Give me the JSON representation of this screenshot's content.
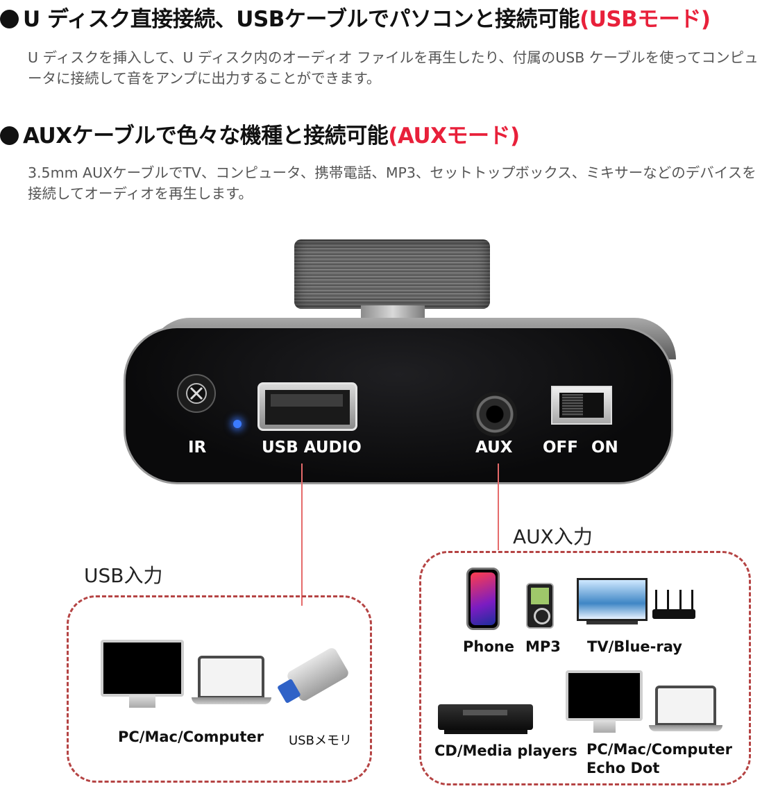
{
  "sections": [
    {
      "heading_main": "U ディスク直接接続、USBケーブルでパソコンと接続可能",
      "heading_mode": "(USBモード)",
      "description": "U ディスクを挿入して、U ディスク内のオーディオ ファイルを再生したり、付属のUSB ケーブルを使ってコンピュータに接続して音をアンプに出力することができます。"
    },
    {
      "heading_main": "AUXケーブルで色々な機種と接続可能",
      "heading_mode": "(AUXモード)",
      "description": "3.5mm AUXケーブルでTV、コンピュータ、携帯電話、MP3、セットトップボックス、ミキサーなどのデバイスを接続してオーディオを再生します。"
    }
  ],
  "device": {
    "ir_label": "IR",
    "usb_audio_label": "USB AUDIO",
    "aux_label": "AUX",
    "off_label": "OFF",
    "on_label": "ON"
  },
  "usb_input": {
    "title": "USB入力",
    "devices": [
      "PC/Mac/Computer",
      "USBメモリ"
    ]
  },
  "aux_input": {
    "title": "AUX入力",
    "devices_row1": [
      "Phone",
      "MP3",
      "TV/Blue-ray"
    ],
    "devices_row2": [
      "CD/Media players",
      "PC/Mac/Computer",
      "Echo Dot"
    ]
  },
  "colors": {
    "accent_red": "#e8203a",
    "dashed_border": "#b54444",
    "led_blue": "#3b7bff"
  }
}
